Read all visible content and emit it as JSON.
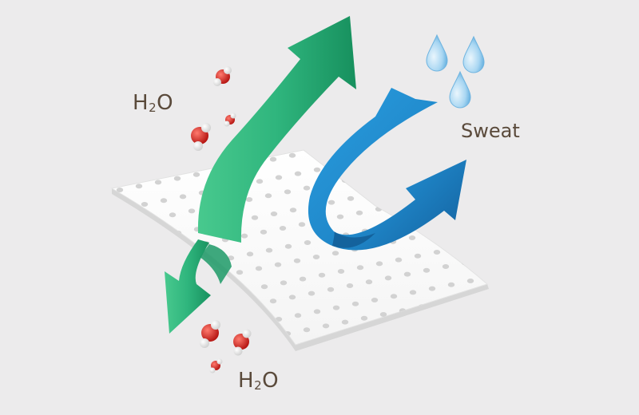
{
  "labels": {
    "h2o_top": {
      "main": "H",
      "sub": "2",
      "tail": "O"
    },
    "h2o_bottom": {
      "main": "H",
      "sub": "2",
      "tail": "O"
    },
    "sweat": "Sweat"
  },
  "colors": {
    "background": "#ecebec",
    "fabric": "#ffffff",
    "fabric_edge": "#d8d8d8",
    "pore": "#d2d2d2",
    "green_arrow": "#2fb57d",
    "blue_arrow": "#1f86c8",
    "water_drop": "#86c3ea",
    "molecule_oxygen": "#d81f1f",
    "molecule_hydrogen": "#ffffff",
    "text": "#5a4a3b"
  },
  "icons": {
    "fabric": "perforated-fabric-sheet",
    "vapor_out": "double-arrow-up-down",
    "sweat_in": "curved-arrow",
    "drops": "water-drop",
    "molecules": "water-molecule"
  }
}
